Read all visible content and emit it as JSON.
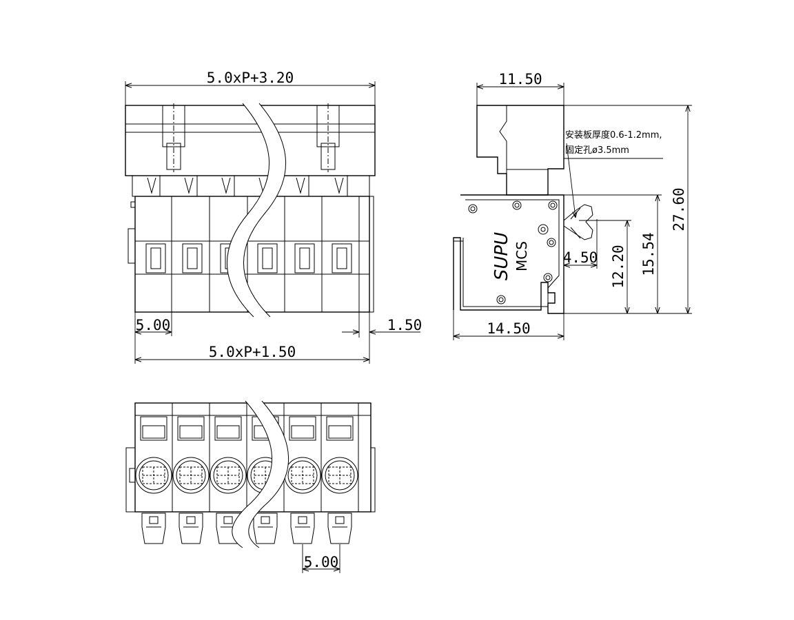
{
  "front_view": {
    "dim_overall_top": "5.0xP+3.20",
    "dim_pitch": "5.00",
    "dim_offset": "1.50",
    "dim_overall_bottom": "5.0xP+1.50"
  },
  "side_view": {
    "dim_top_width": "11.50",
    "dim_bottom_width": "14.50",
    "dim_panel_depth": "4.50",
    "dim_height_a": "12.20",
    "dim_height_b": "15.54",
    "dim_height_total": "27.60",
    "note_line1": "安装板厚度0.6-1.2mm,",
    "note_line2": "固定孔ø3.5mm",
    "brand": "SUPU",
    "model": "MCS"
  },
  "bottom_view": {
    "dim_pitch": "5.00"
  }
}
